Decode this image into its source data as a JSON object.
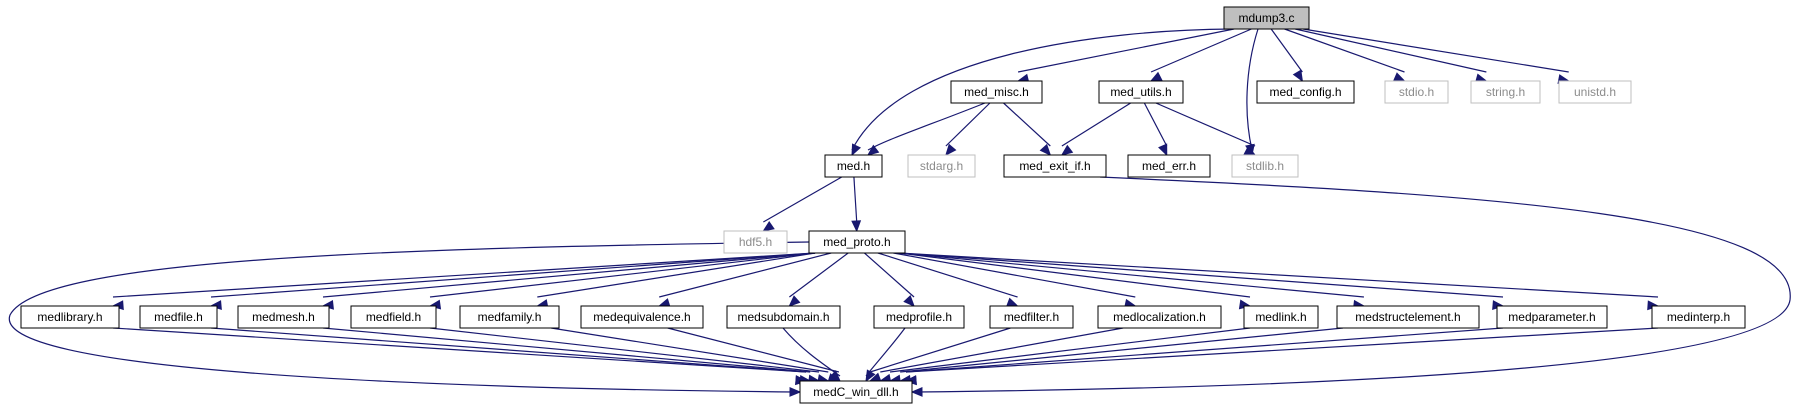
{
  "graph": {
    "nodes": [
      {
        "id": "mdump3_c",
        "label": "mdump3.c",
        "style": "root"
      },
      {
        "id": "med_misc_h",
        "label": "med_misc.h",
        "style": "normal"
      },
      {
        "id": "med_utils_h",
        "label": "med_utils.h",
        "style": "normal"
      },
      {
        "id": "med_config_h",
        "label": "med_config.h",
        "style": "normal"
      },
      {
        "id": "stdio_h",
        "label": "stdio.h",
        "style": "external"
      },
      {
        "id": "string_h",
        "label": "string.h",
        "style": "external"
      },
      {
        "id": "unistd_h",
        "label": "unistd.h",
        "style": "external"
      },
      {
        "id": "med_h",
        "label": "med.h",
        "style": "normal"
      },
      {
        "id": "stdarg_h",
        "label": "stdarg.h",
        "style": "external"
      },
      {
        "id": "med_exit_if_h",
        "label": "med_exit_if.h",
        "style": "normal"
      },
      {
        "id": "med_err_h",
        "label": "med_err.h",
        "style": "normal"
      },
      {
        "id": "stdlib_h",
        "label": "stdlib.h",
        "style": "external"
      },
      {
        "id": "hdf5_h",
        "label": "hdf5.h",
        "style": "external"
      },
      {
        "id": "med_proto_h",
        "label": "med_proto.h",
        "style": "normal"
      },
      {
        "id": "medlibrary_h",
        "label": "medlibrary.h",
        "style": "normal"
      },
      {
        "id": "medfile_h",
        "label": "medfile.h",
        "style": "normal"
      },
      {
        "id": "medmesh_h",
        "label": "medmesh.h",
        "style": "normal"
      },
      {
        "id": "medfield_h",
        "label": "medfield.h",
        "style": "normal"
      },
      {
        "id": "medfamily_h",
        "label": "medfamily.h",
        "style": "normal"
      },
      {
        "id": "medequivalence_h",
        "label": "medequivalence.h",
        "style": "normal"
      },
      {
        "id": "medsubdomain_h",
        "label": "medsubdomain.h",
        "style": "normal"
      },
      {
        "id": "medprofile_h",
        "label": "medprofile.h",
        "style": "normal"
      },
      {
        "id": "medfilter_h",
        "label": "medfilter.h",
        "style": "normal"
      },
      {
        "id": "medlocalization_h",
        "label": "medlocalization.h",
        "style": "normal"
      },
      {
        "id": "medlink_h",
        "label": "medlink.h",
        "style": "normal"
      },
      {
        "id": "medstructelement_h",
        "label": "medstructelement.h",
        "style": "normal"
      },
      {
        "id": "medparameter_h",
        "label": "medparameter.h",
        "style": "normal"
      },
      {
        "id": "medinterp_h",
        "label": "medinterp.h",
        "style": "normal"
      },
      {
        "id": "medC_win_dll_h",
        "label": "medC_win_dll.h",
        "style": "normal"
      }
    ],
    "edges": [
      [
        "mdump3_c",
        "med_h"
      ],
      [
        "mdump3_c",
        "med_misc_h"
      ],
      [
        "mdump3_c",
        "med_utils_h"
      ],
      [
        "mdump3_c",
        "stdlib_h"
      ],
      [
        "mdump3_c",
        "med_config_h"
      ],
      [
        "mdump3_c",
        "stdio_h"
      ],
      [
        "mdump3_c",
        "string_h"
      ],
      [
        "mdump3_c",
        "unistd_h"
      ],
      [
        "med_misc_h",
        "med_h"
      ],
      [
        "med_misc_h",
        "stdarg_h"
      ],
      [
        "med_misc_h",
        "med_exit_if_h"
      ],
      [
        "med_utils_h",
        "med_exit_if_h"
      ],
      [
        "med_utils_h",
        "med_err_h"
      ],
      [
        "med_utils_h",
        "stdlib_h"
      ],
      [
        "med_h",
        "hdf5_h"
      ],
      [
        "med_h",
        "med_proto_h"
      ],
      [
        "med_exit_if_h",
        "medC_win_dll_h"
      ],
      [
        "med_proto_h",
        "medlibrary_h"
      ],
      [
        "med_proto_h",
        "medfile_h"
      ],
      [
        "med_proto_h",
        "medmesh_h"
      ],
      [
        "med_proto_h",
        "medfield_h"
      ],
      [
        "med_proto_h",
        "medfamily_h"
      ],
      [
        "med_proto_h",
        "medequivalence_h"
      ],
      [
        "med_proto_h",
        "medsubdomain_h"
      ],
      [
        "med_proto_h",
        "medprofile_h"
      ],
      [
        "med_proto_h",
        "medfilter_h"
      ],
      [
        "med_proto_h",
        "medlocalization_h"
      ],
      [
        "med_proto_h",
        "medlink_h"
      ],
      [
        "med_proto_h",
        "medstructelement_h"
      ],
      [
        "med_proto_h",
        "medparameter_h"
      ],
      [
        "med_proto_h",
        "medinterp_h"
      ],
      [
        "med_proto_h",
        "medC_win_dll_h"
      ],
      [
        "medlibrary_h",
        "medC_win_dll_h"
      ],
      [
        "medfile_h",
        "medC_win_dll_h"
      ],
      [
        "medmesh_h",
        "medC_win_dll_h"
      ],
      [
        "medfield_h",
        "medC_win_dll_h"
      ],
      [
        "medfamily_h",
        "medC_win_dll_h"
      ],
      [
        "medequivalence_h",
        "medC_win_dll_h"
      ],
      [
        "medsubdomain_h",
        "medC_win_dll_h"
      ],
      [
        "medprofile_h",
        "medC_win_dll_h"
      ],
      [
        "medfilter_h",
        "medC_win_dll_h"
      ],
      [
        "medlocalization_h",
        "medC_win_dll_h"
      ],
      [
        "medlink_h",
        "medC_win_dll_h"
      ],
      [
        "medstructelement_h",
        "medC_win_dll_h"
      ],
      [
        "medparameter_h",
        "medC_win_dll_h"
      ],
      [
        "medinterp_h",
        "medC_win_dll_h"
      ]
    ]
  },
  "colors": {
    "edge": "#191970",
    "root_fill": "#bfbfbf",
    "node_border": "#000000",
    "external_border": "#bfbfbf",
    "external_text": "#8c8c8c"
  }
}
